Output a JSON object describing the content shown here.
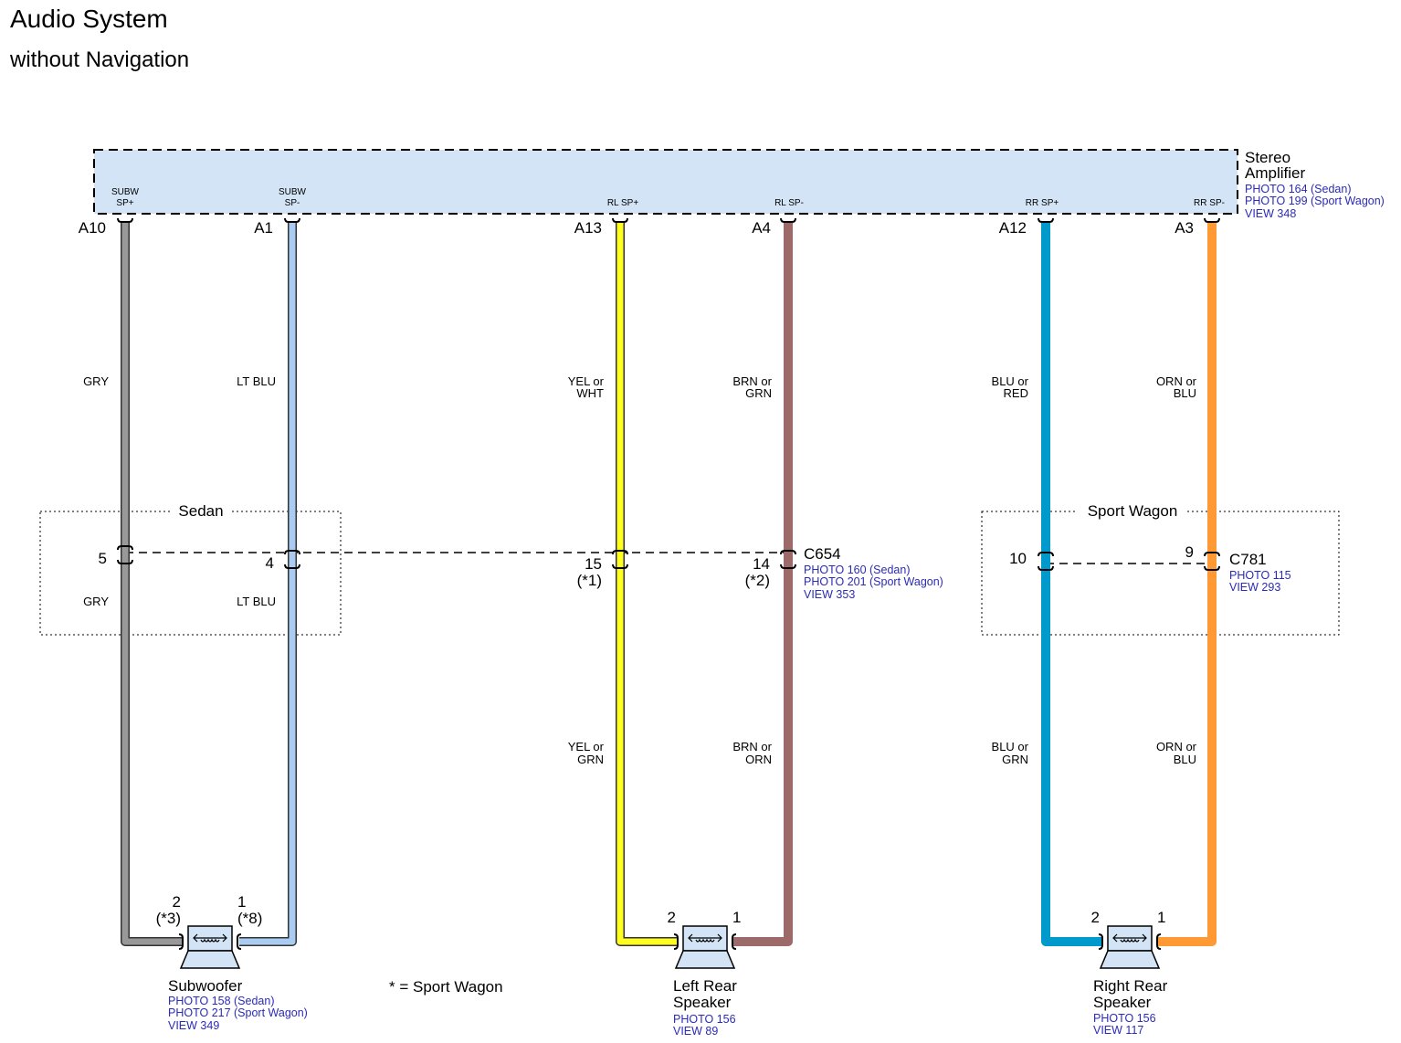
{
  "title": "Audio System",
  "subtitle": "without Navigation",
  "amplifier": {
    "name_line1": "Stereo",
    "name_line2": "Amplifier",
    "ref1": "PHOTO 164 (Sedan)",
    "ref2": "PHOTO 199 (Sport Wagon)",
    "ref3": "VIEW 348",
    "fill": "#d2e4f5",
    "pins": [
      {
        "line1": "SUBW",
        "line2": "SP+",
        "id": "A10"
      },
      {
        "line1": "SUBW",
        "line2": "SP-",
        "id": "A1"
      },
      {
        "line1": "RL SP+",
        "line2": "",
        "id": "A13"
      },
      {
        "line1": "RL SP-",
        "line2": "",
        "id": "A4"
      },
      {
        "line1": "RR SP+",
        "line2": "",
        "id": "A12"
      },
      {
        "line1": "RR SP-",
        "line2": "",
        "id": "A3"
      }
    ]
  },
  "wires": [
    {
      "upper1": "GRY",
      "upper2": "",
      "lower1": "GRY",
      "lower2": "",
      "color": "#999999"
    },
    {
      "upper1": "LT BLU",
      "upper2": "",
      "lower1": "LT BLU",
      "lower2": "",
      "color": "#a9cdf2"
    },
    {
      "upper1": "YEL or",
      "upper2": "WHT",
      "lower1": "YEL or",
      "lower2": "GRN",
      "color": "#ffff22"
    },
    {
      "upper1": "BRN or",
      "upper2": "GRN",
      "lower1": "BRN or",
      "lower2": "ORN",
      "color": "#9d6a6a"
    },
    {
      "upper1": "BLU or",
      "upper2": "RED",
      "lower1": "BLU or",
      "lower2": "GRN",
      "color": "#0099cc"
    },
    {
      "upper1": "ORN or",
      "upper2": "BLU",
      "lower1": "ORN or",
      "lower2": "BLU",
      "color": "#ff9933"
    }
  ],
  "groups": {
    "sedan": "Sedan",
    "sport_wagon": "Sport Wagon"
  },
  "connectors": {
    "c654": {
      "name": "C654",
      "ref1": "PHOTO 160 (Sedan)",
      "ref2": "PHOTO 201 (Sport Wagon)",
      "ref3": "VIEW 353",
      "pins": [
        "5",
        "4",
        "15",
        "14"
      ],
      "notes": [
        "(*1)",
        "(*2)"
      ]
    },
    "c781": {
      "name": "C781",
      "ref1": "PHOTO 115",
      "ref2": "VIEW 293",
      "pins": [
        "10",
        "9"
      ]
    }
  },
  "speakers": {
    "subwoofer": {
      "name_line1": "Subwoofer",
      "name_line2": "",
      "ref1": "PHOTO 158 (Sedan)",
      "ref2": "PHOTO 217 (Sport Wagon)",
      "ref3": "VIEW 349",
      "pin_left": "2",
      "pin_left_note": "(*3)",
      "pin_right": "1",
      "pin_right_note": "(*8)"
    },
    "left_rear": {
      "name_line1": "Left Rear",
      "name_line2": "Speaker",
      "ref1": "PHOTO 156",
      "ref2": "VIEW 89",
      "pin_left": "2",
      "pin_right": "1"
    },
    "right_rear": {
      "name_line1": "Right Rear",
      "name_line2": "Speaker",
      "ref1": "PHOTO 156",
      "ref2": "VIEW 117",
      "pin_left": "2",
      "pin_right": "1"
    }
  },
  "legend_note": "* = Sport Wagon",
  "colors": {
    "speaker_fill": "#d2e4f5",
    "reference_text": "#2b2bb8"
  }
}
